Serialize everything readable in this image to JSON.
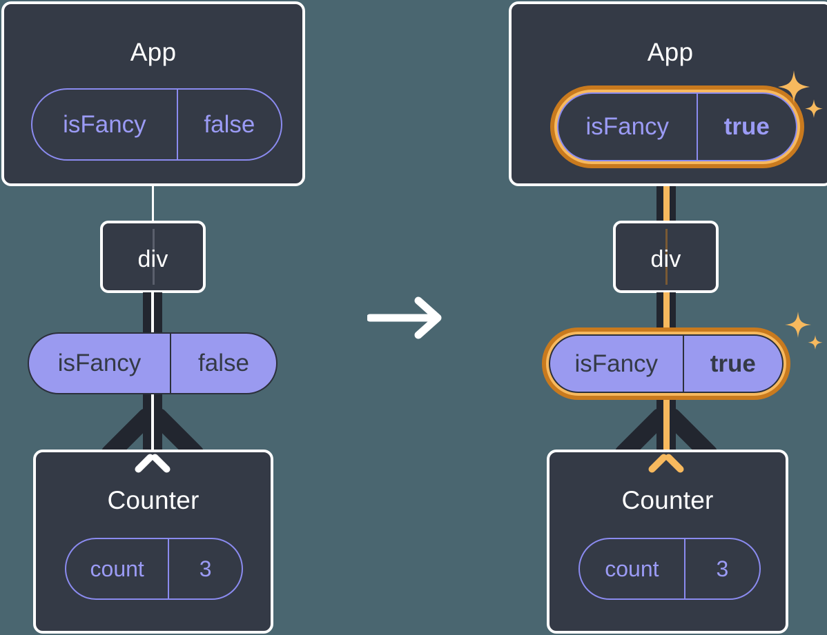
{
  "background_color": "#4a6670",
  "palette": {
    "panel_bg": "#343a46",
    "panel_border": "#ffffff",
    "pill_purple": "#9a9af0",
    "pill_outline_stroke": "#8b8bf0",
    "pill_outline_text": "#9b9bf5",
    "highlight_orange_dark": "#c97a1e",
    "highlight_orange_light": "#f7b95e",
    "connector_dark": "#22262f",
    "text_on_purple": "#343a46"
  },
  "transition": {
    "icon": "arrow-right-icon",
    "color": "#ffffff"
  },
  "before": {
    "label": "before-state",
    "app": {
      "title": "App",
      "state_pill": {
        "key": "isFancy",
        "value": "false",
        "highlighted": false,
        "bold_value": false
      }
    },
    "div": {
      "title": "div"
    },
    "prop_pill": {
      "key": "isFancy",
      "value": "false",
      "highlighted": false,
      "bold_value": false
    },
    "counter": {
      "title": "Counter",
      "state_pill": {
        "key": "count",
        "value": "3",
        "highlighted": false,
        "bold_value": false
      }
    },
    "arrow_color": "#ffffff",
    "sparkles": false
  },
  "after": {
    "label": "after-state",
    "app": {
      "title": "App",
      "state_pill": {
        "key": "isFancy",
        "value": "true",
        "highlighted": true,
        "bold_value": true
      }
    },
    "div": {
      "title": "div"
    },
    "prop_pill": {
      "key": "isFancy",
      "value": "true",
      "highlighted": true,
      "bold_value": true
    },
    "counter": {
      "title": "Counter",
      "state_pill": {
        "key": "count",
        "value": "3",
        "highlighted": false,
        "bold_value": false
      }
    },
    "arrow_color": "#f7b95e",
    "sparkles": true,
    "sparkle_icon": "sparkles-icon"
  }
}
